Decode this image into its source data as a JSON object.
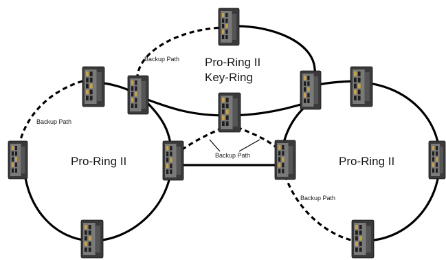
{
  "labels": {
    "keyring_line1": "Pro-Ring II",
    "keyring_line2": "Key-Ring",
    "left_ring": "Pro-Ring II",
    "right_ring": "Pro-Ring II",
    "backup_path": "Backup Path"
  },
  "switch_icon": "industrial-ethernet-switch-icon",
  "colors": {
    "line": "#000000",
    "switch_body": "#3a3a3a",
    "switch_face": "#7a7a7a",
    "port_light": "#c8a24a"
  }
}
